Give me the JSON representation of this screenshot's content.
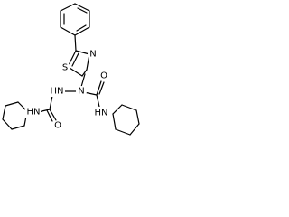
{
  "structure": {
    "atom_labels": {
      "s": "S",
      "n_ring": "N",
      "n_hydrazine_a": "N",
      "n_hydrazine_b": "HN",
      "o_left": "O",
      "o_right": "O",
      "nh_left": "HN",
      "nh_right": "HN"
    }
  }
}
